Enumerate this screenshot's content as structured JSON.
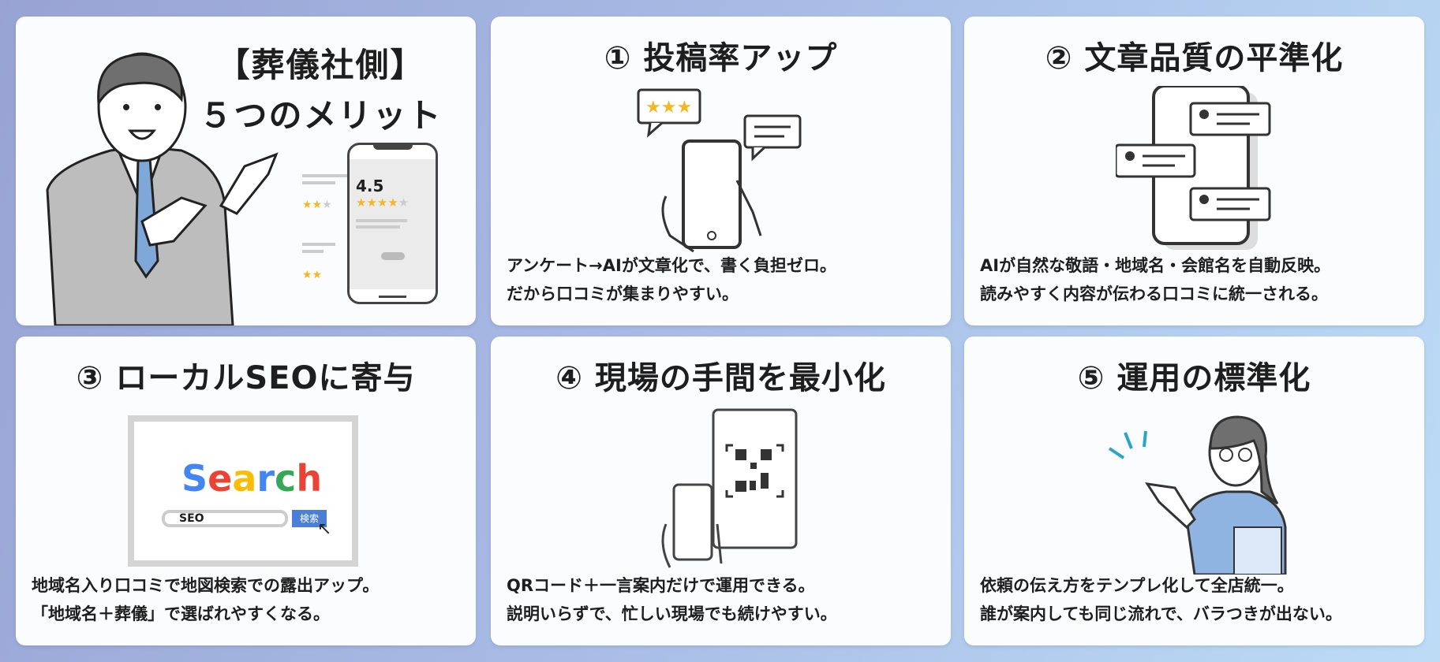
{
  "hero": {
    "title_line1": "【葬儀社側】",
    "title_line2": "５つのメリット",
    "rating": "4.5"
  },
  "cards": [
    {
      "title": "① 投稿率アップ",
      "line1": "アンケート→AIが文章化で、書く負担ゼロ。",
      "line2": "だから口コミが集まりやすい。",
      "icon": "phone-review-icon"
    },
    {
      "title": "② 文章品質の平準化",
      "line1": "AIが自然な敬語・地域名・会館名を自動反映。",
      "line2": "読みやすく内容が伝わる口コミに統一される。",
      "icon": "phone-chat-icon"
    },
    {
      "title": "③ ローカルSEOに寄与",
      "line1": "地域名入り口コミで地図検索での露出アップ。",
      "line2": "「地域名＋葬儀」で選ばれやすくなる。",
      "icon": "search-icon",
      "search_word": "Search",
      "search_input": "SEO",
      "search_button": "検索"
    },
    {
      "title": "④ 現場の手間を最小化",
      "line1": "QRコード＋一言案内だけで運用できる。",
      "line2": "説明いらずで、忙しい現場でも続けやすい。",
      "icon": "qr-code-icon"
    },
    {
      "title": "⑤ 運用の標準化",
      "line1": "依頼の伝え方をテンプレ化して全店統一。",
      "line2": "誰が案内しても同じ流れで、バラつきが出ない。",
      "icon": "presenter-icon"
    }
  ],
  "colors": {
    "star": "#f2b824",
    "tie": "#7fa8d8",
    "suit": "#b9b9b9",
    "search_blue": "#4285f4",
    "search_red": "#ea4335",
    "search_yellow": "#fbbc05",
    "search_green": "#34a853"
  }
}
